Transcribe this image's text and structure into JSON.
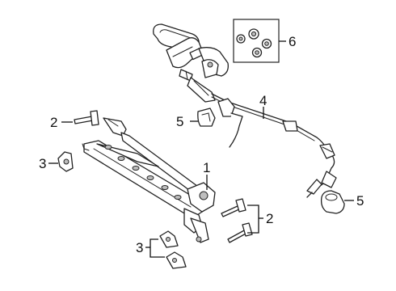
{
  "callouts": {
    "c1": "1",
    "c2_left": "2",
    "c2_right": "2",
    "c3_left": "3",
    "c3_bottom": "3",
    "c4": "4",
    "c5_left": "5",
    "c5_right": "5",
    "c6": "6"
  }
}
